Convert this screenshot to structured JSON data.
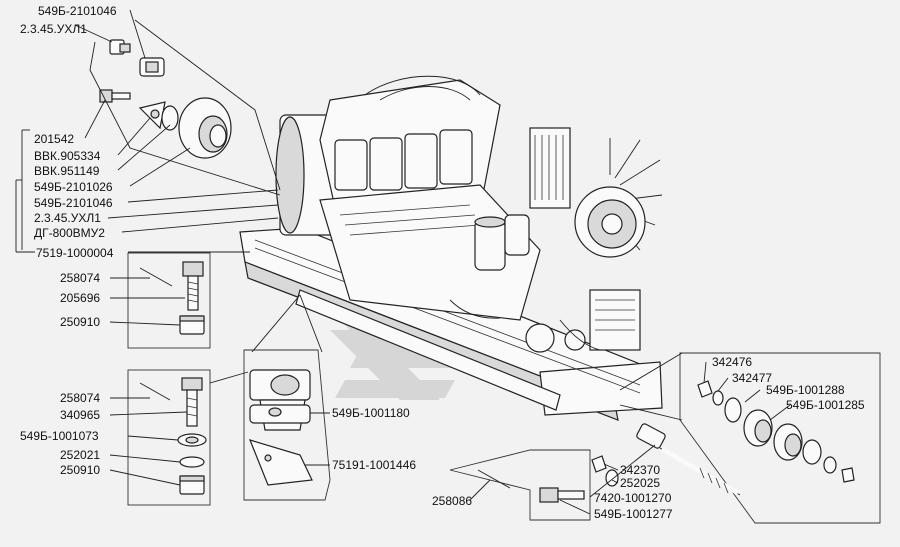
{
  "colors": {
    "background": "#f2f2f2",
    "ink": "#111111",
    "watermark": "#cfcfcf"
  },
  "labels": {
    "l1": "549Б-2101046",
    "l2": "2.3.45.УХЛ1",
    "l3": "201542",
    "l4": "ВВК.905334",
    "l5": "ВВК.951149",
    "l6": "549Б-2101026",
    "l7": "549Б-2101046",
    "l8": "2.3.45.УХЛ1",
    "l9": "ДГ-800ВМУ2",
    "l10": "7519-1000004",
    "l11": "258074",
    "l12": "205696",
    "l13": "250910",
    "l14": "258074",
    "l15": "340965",
    "l16": "549Б-1001073",
    "l17": "252021",
    "l18": "250910",
    "l19": "549Б-1001180",
    "l20": "75191-1001446",
    "l21": "342476",
    "l22": "342477",
    "l23": "549Б-1001288",
    "l24": "549Б-1001285",
    "l25": "342370",
    "l26": "252025",
    "l27": "7420-1001270",
    "l28": "549Б-1001277",
    "l29": "258086"
  }
}
